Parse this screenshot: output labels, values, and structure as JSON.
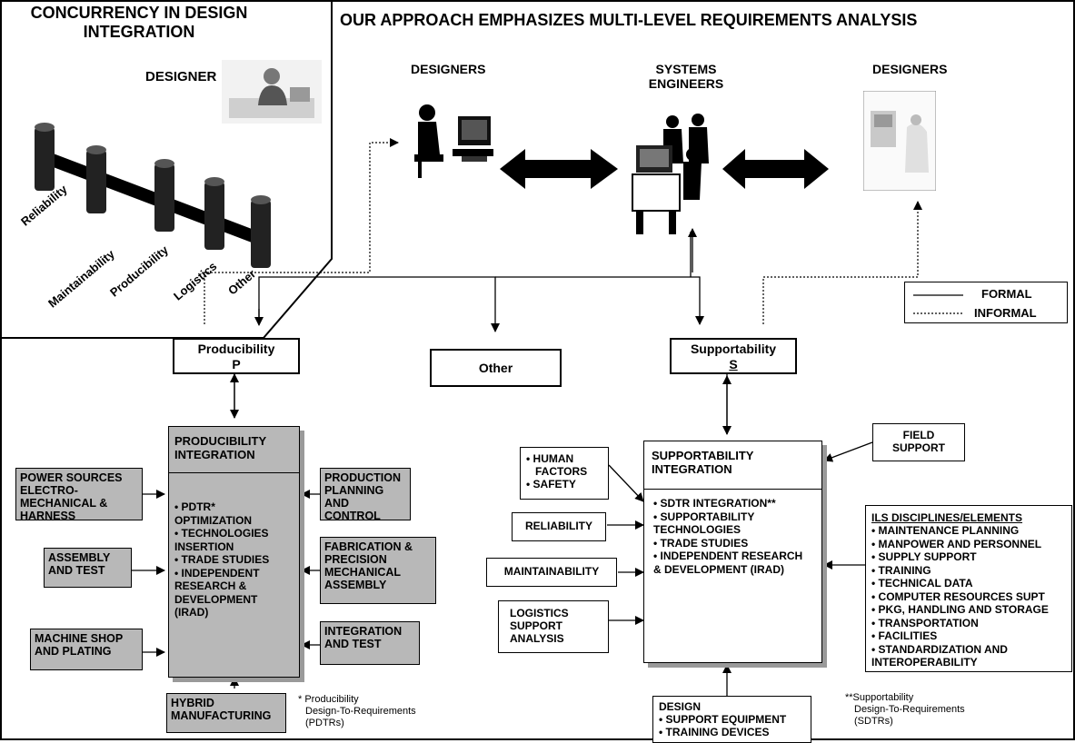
{
  "left_panel": {
    "title_line1": "CONCURRENCY IN DESIGN",
    "title_line2": "INTEGRATION",
    "designer_label": "DESIGNER",
    "pillars": [
      "Reliability",
      "Maintainability",
      "Producibility",
      "Logistics",
      "Other"
    ]
  },
  "main_title": "OUR APPROACH EMPHASIZES MULTI-LEVEL REQUIREMENTS ANALYSIS",
  "top": {
    "designers_left": "DESIGNERS",
    "systems_engineers_line1": "SYSTEMS",
    "systems_engineers_line2": "ENGINEERS",
    "designers_right": "DESIGNERS"
  },
  "legend": {
    "formal": "FORMAL",
    "informal": "INFORMAL"
  },
  "producibility": {
    "title": "Producibility",
    "symbol": "P"
  },
  "other": {
    "title": "Other"
  },
  "supportability": {
    "title": "Supportability",
    "symbol": "S"
  },
  "prod_integration": {
    "title_line1": "PRODUCIBILITY",
    "title_line2": "INTEGRATION",
    "items": [
      "• PDTR* OPTIMIZATION",
      "• TECHNOLOGIES INSERTION",
      "• TRADE STUDIES",
      "• INDEPENDENT RESEARCH & DEVELOPMENT (IRAD)"
    ]
  },
  "prod_inputs": {
    "power": "POWER SOURCES ELECTRO-MECHANICAL & HARNESS",
    "assembly": "ASSEMBLY AND TEST",
    "machine": "MACHINE SHOP AND PLATING",
    "production": "PRODUCTION PLANNING AND CONTROL",
    "fabrication": "FABRICATION & PRECISION MECHANICAL ASSEMBLY",
    "integration_test": "INTEGRATION AND TEST",
    "hybrid": "HYBRID MANUFACTURING"
  },
  "pdtr_note": {
    "line1": "* Producibility",
    "line2": "Design-To-Requirements",
    "line3": "(PDTRs)"
  },
  "supp_integration": {
    "title_line1": "SUPPORTABILITY",
    "title_line2": "INTEGRATION",
    "items": [
      "• SDTR INTEGRATION**",
      "• SUPPORTABILITY TECHNOLOGIES",
      "• TRADE STUDIES",
      "• INDEPENDENT RESEARCH & DEVELOPMENT (IRAD)"
    ]
  },
  "supp_inputs": {
    "human_line1": "• HUMAN",
    "human_line2": "FACTORS",
    "human_line3": "• SAFETY",
    "reliability": "RELIABILITY",
    "maintainability": "MAINTAINABILITY",
    "logistics": "LOGISTICS SUPPORT ANALYSIS",
    "field_support": "FIELD SUPPORT",
    "design_title": "DESIGN",
    "design_item1": "• SUPPORT EQUIPMENT",
    "design_item2": "• TRAINING DEVICES"
  },
  "ils": {
    "title": "ILS DISCIPLINES/ELEMENTS",
    "items": [
      "• MAINTENANCE PLANNING",
      "• MANPOWER AND PERSONNEL",
      "• SUPPLY SUPPORT",
      "• TRAINING",
      "• TECHNICAL DATA",
      "• COMPUTER RESOURCES SUPT",
      "• PKG, HANDLING AND STORAGE",
      "• TRANSPORTATION",
      "• FACILITIES",
      "• STANDARDIZATION AND INTEROPERABILITY"
    ]
  },
  "sdtr_note": {
    "line1": "**Supportability",
    "line2": "Design-To-Requirements",
    "line3": "(SDTRs)"
  }
}
